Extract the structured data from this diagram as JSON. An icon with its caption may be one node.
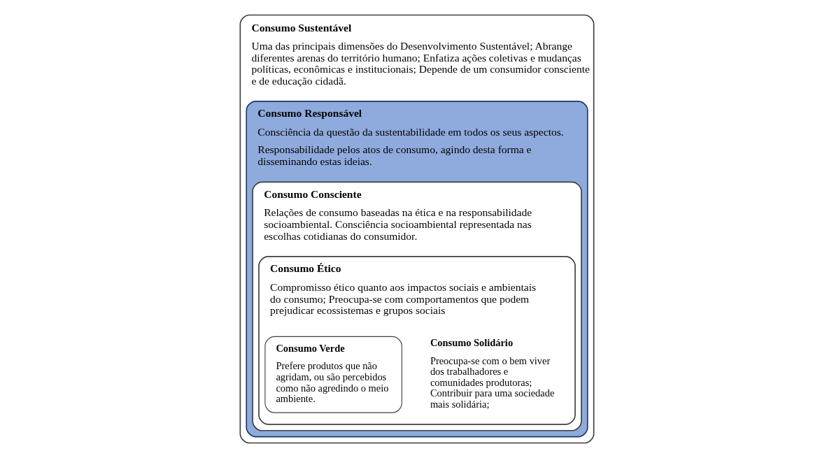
{
  "diagram": {
    "nodes": [
      {
        "text": [
          "Consumo Sustentável",
          "Uma das principais dimensões do Desenvolvimento Sustentável; Abrange diferentes arenas do território humano; Enfatiza ações coletivas e mudanças políticas, econômicas e institucionais; Depende de um consumidor consciente e de educação cidadã."
        ]
      },
      {
        "text": [
          "Consumo Responsável",
          "Consciência da questão da sustentabilidade em todos os seus aspectos.",
          "Responsabilidade pelos atos de consumo, agindo desta forma e disseminando estas ideias."
        ],
        "in": 0
      },
      {
        "text": [
          "Consumo Consciente",
          "Relações de consumo baseadas na ética e na responsabilidade socioambiental. Consciência socioambiental representada nas escolhas cotidianas do consumidor."
        ],
        "in": 1
      },
      {
        "text": [
          "Consumo Ético",
          "Compromisso ético quanto aos impactos sociais e ambientais do consumo; Preocupa-se com comportamentos que podem prejudicar ecossistemas e grupos sociais"
        ],
        "in": 2
      },
      {
        "text": [
          "Consumo Verde",
          "Prefere produtos que não agridam, ou são percebidos como não agredindo o meio ambiente."
        ],
        "in": 3
      },
      {
        "text": [
          "Consumo Solidário",
          "Preocupa-se com o bem viver dos trabalhadores e comunidades produtoras; Contribuir para uma sociedade mais solidária;"
        ],
        "in": 3
      }
    ],
    "edges": []
  }
}
